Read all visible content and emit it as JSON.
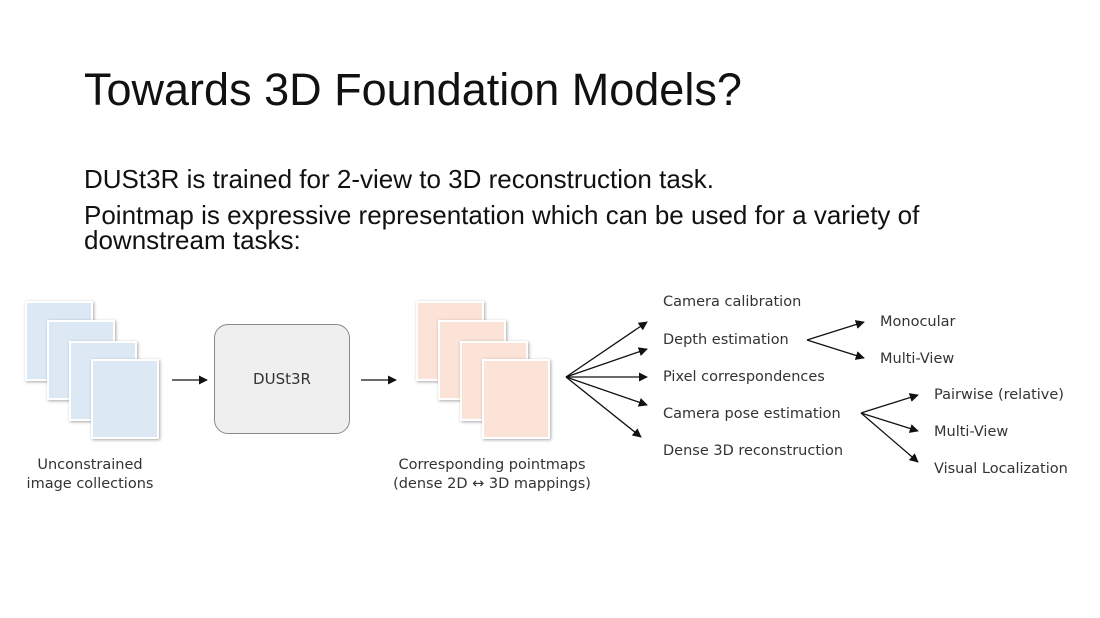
{
  "slide": {
    "title": "Towards 3D Foundation Models?",
    "body": {
      "line1": "DUSt3R is trained for 2-view to 3D reconstruction task.",
      "line2": "Pointmap is  expressive representation which can be used for a variety of",
      "line3": "downstream tasks:"
    }
  },
  "diagram": {
    "model_label": "DUSt3R",
    "input_caption": {
      "line1": "Unconstrained",
      "line2": "image collections"
    },
    "output_caption": {
      "line1": "Corresponding pointmaps",
      "line2": "(dense 2D ↔ 3D mappings)"
    },
    "tasks": {
      "camera_calibration": "Camera calibration",
      "depth_estimation": "Depth estimation",
      "pixel_correspondences": "Pixel correspondences",
      "camera_pose_estimation": "Camera pose estimation",
      "dense_3d_reconstruction": "Dense 3D reconstruction"
    },
    "depth_subtasks": {
      "monocular": "Monocular",
      "multi_view": "Multi-View"
    },
    "pose_subtasks": {
      "pairwise": "Pairwise (relative)",
      "multi_view": "Multi-View",
      "visual_localization": "Visual Localization"
    },
    "colors": {
      "input_card": "#dde8f5",
      "output_card": "#fbe3d8",
      "model_box": "#efefef",
      "arrow": "#111111"
    }
  }
}
